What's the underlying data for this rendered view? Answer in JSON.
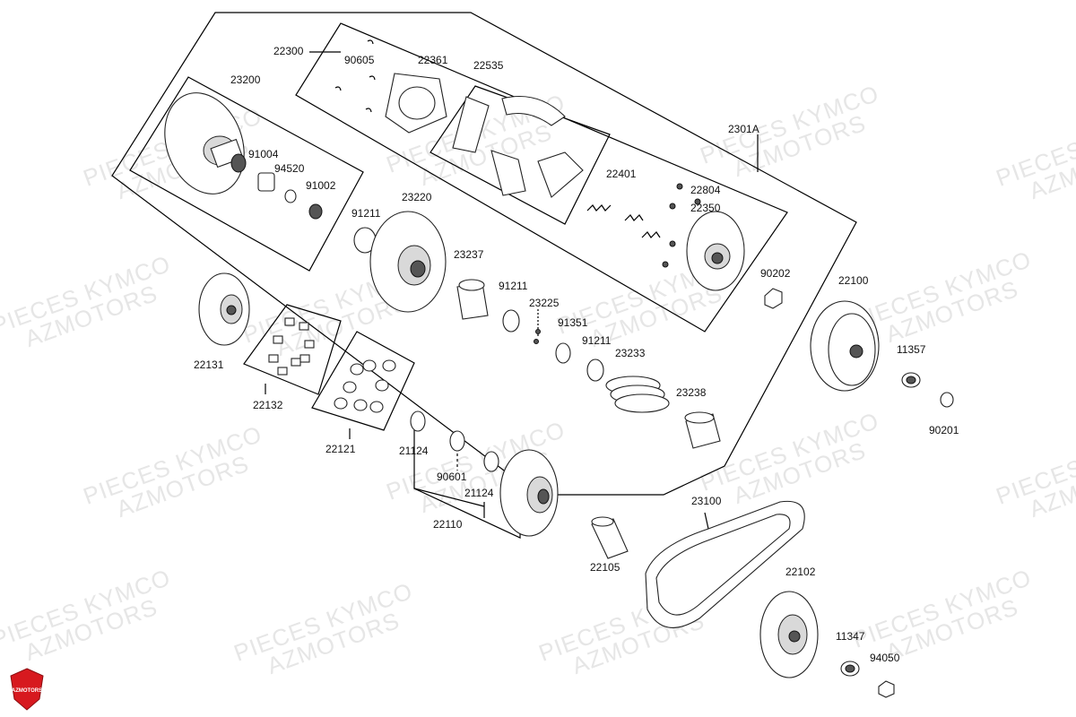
{
  "watermark": {
    "line1": "PIECES KYMCO",
    "line2": "AZMOTORS"
  },
  "logo": {
    "text": "AZMOTORS",
    "color": "#d7191f"
  },
  "labels": {
    "p22300": "22300",
    "p90605": "90605",
    "p22361": "22361",
    "p22535": "22535",
    "p23200": "23200",
    "p91004": "91004",
    "p94520": "94520",
    "p91002": "91002",
    "p2301A": "2301A",
    "p22401": "22401",
    "p22804": "22804",
    "p22350": "22350",
    "p91211a": "91211",
    "p23220": "23220",
    "p23237": "23237",
    "p91211b": "91211",
    "p23225": "23225",
    "p91351": "91351",
    "p91211c": "91211",
    "p23233": "23233",
    "p90202": "90202",
    "p22100": "22100",
    "p11357": "11357",
    "p90201": "90201",
    "p22131": "22131",
    "p22132": "22132",
    "p22121": "22121",
    "p21124a": "21124",
    "p90601": "90601",
    "p21124b": "21124",
    "p22110": "22110",
    "p23238": "23238",
    "p23100": "23100",
    "p22105": "22105",
    "p22102": "22102",
    "p11347": "11347",
    "p94050": "94050"
  }
}
